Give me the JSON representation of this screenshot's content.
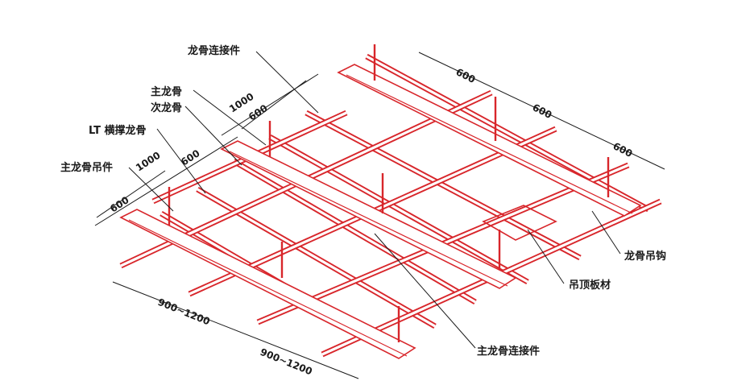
{
  "labels": {
    "connector": "龙骨连接件",
    "main_keel": "主龙骨",
    "secondary_keel": "次龙骨",
    "lt_keel": "LT 横撑龙骨",
    "main_hanger": "主龙骨吊件",
    "keel_hook": "龙骨吊钩",
    "ceiling_board": "吊顶板材",
    "main_connector": "主龙骨连接件"
  },
  "dimensions": {
    "top_right": [
      "600",
      "600",
      "600"
    ],
    "left_outer": [
      "1000",
      "1000"
    ],
    "left_inner": [
      "600",
      "600",
      "600"
    ],
    "bottom": [
      "900~1200",
      "900~1200"
    ]
  },
  "colors": {
    "frame": "#d8262b",
    "text": "#1a1a1a"
  }
}
